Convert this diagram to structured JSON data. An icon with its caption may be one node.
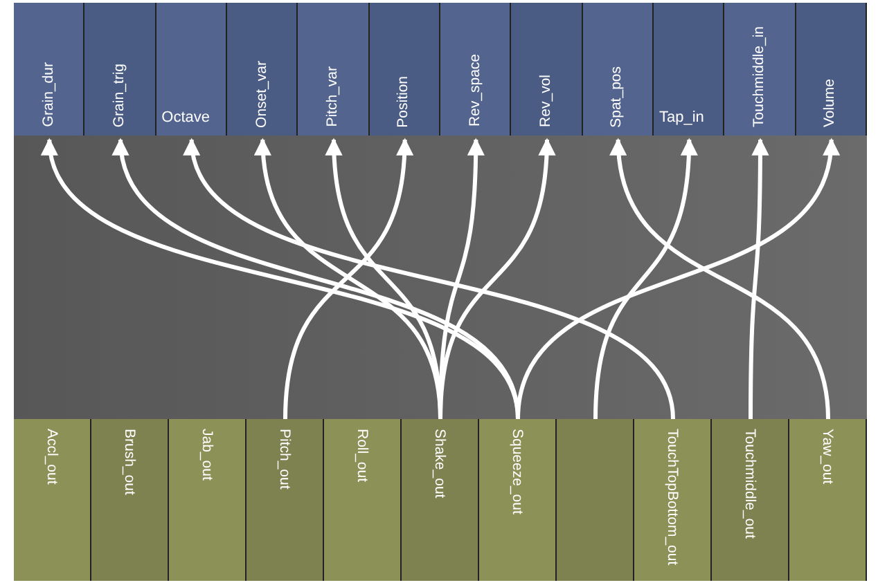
{
  "diagram": {
    "nodes": [
      {
        "text": [
          "Grain_dur"
        ]
      },
      {
        "text": [
          "Grain_trig"
        ]
      },
      {
        "text": [
          "Octave"
        ]
      },
      {
        "text": [
          "Onset_var"
        ]
      },
      {
        "text": [
          "Pitch_var"
        ]
      },
      {
        "text": [
          "Position"
        ]
      },
      {
        "text": [
          "Rev_space"
        ]
      },
      {
        "text": [
          "Rev_vol"
        ]
      },
      {
        "text": [
          "Spat_pos"
        ]
      },
      {
        "text": [
          "Tap_in"
        ]
      },
      {
        "text": [
          "Touchmiddle_in"
        ]
      },
      {
        "text": [
          "Volume"
        ]
      },
      {
        "text": [
          "Accl_out"
        ]
      },
      {
        "text": [
          "Brush_out"
        ]
      },
      {
        "text": [
          "Jab_out"
        ]
      },
      {
        "text": [
          "Pitch_out"
        ]
      },
      {
        "text": [
          "Roll_out"
        ]
      },
      {
        "text": [
          "Shake_out"
        ]
      },
      {
        "text": [
          "Squeeze_out"
        ]
      },
      {
        "text": [],
        "shape": "box"
      },
      {
        "text": [
          "TouchTopBottom_out"
        ]
      },
      {
        "text": [
          "Touchmiddle_out"
        ]
      },
      {
        "text": [
          "Yaw_out"
        ]
      }
    ],
    "edges": [
      {
        "from": 18,
        "to": 0,
        "arrow": "to"
      },
      {
        "from": 18,
        "to": 1,
        "arrow": "to"
      },
      {
        "from": 20,
        "to": 2,
        "arrow": "to"
      },
      {
        "from": 17,
        "to": 3,
        "arrow": "to"
      },
      {
        "from": 17,
        "to": 4,
        "arrow": "to"
      },
      {
        "from": 15,
        "to": 5,
        "arrow": "to"
      },
      {
        "from": 17,
        "to": 6,
        "arrow": "to"
      },
      {
        "from": 17,
        "to": 7,
        "arrow": "to"
      },
      {
        "from": 22,
        "to": 8,
        "arrow": "to"
      },
      {
        "from": 19,
        "to": 9,
        "arrow": "to"
      },
      {
        "from": 21,
        "to": 10,
        "arrow": "to"
      },
      {
        "from": 18,
        "to": 11,
        "arrow": "to"
      }
    ]
  }
}
